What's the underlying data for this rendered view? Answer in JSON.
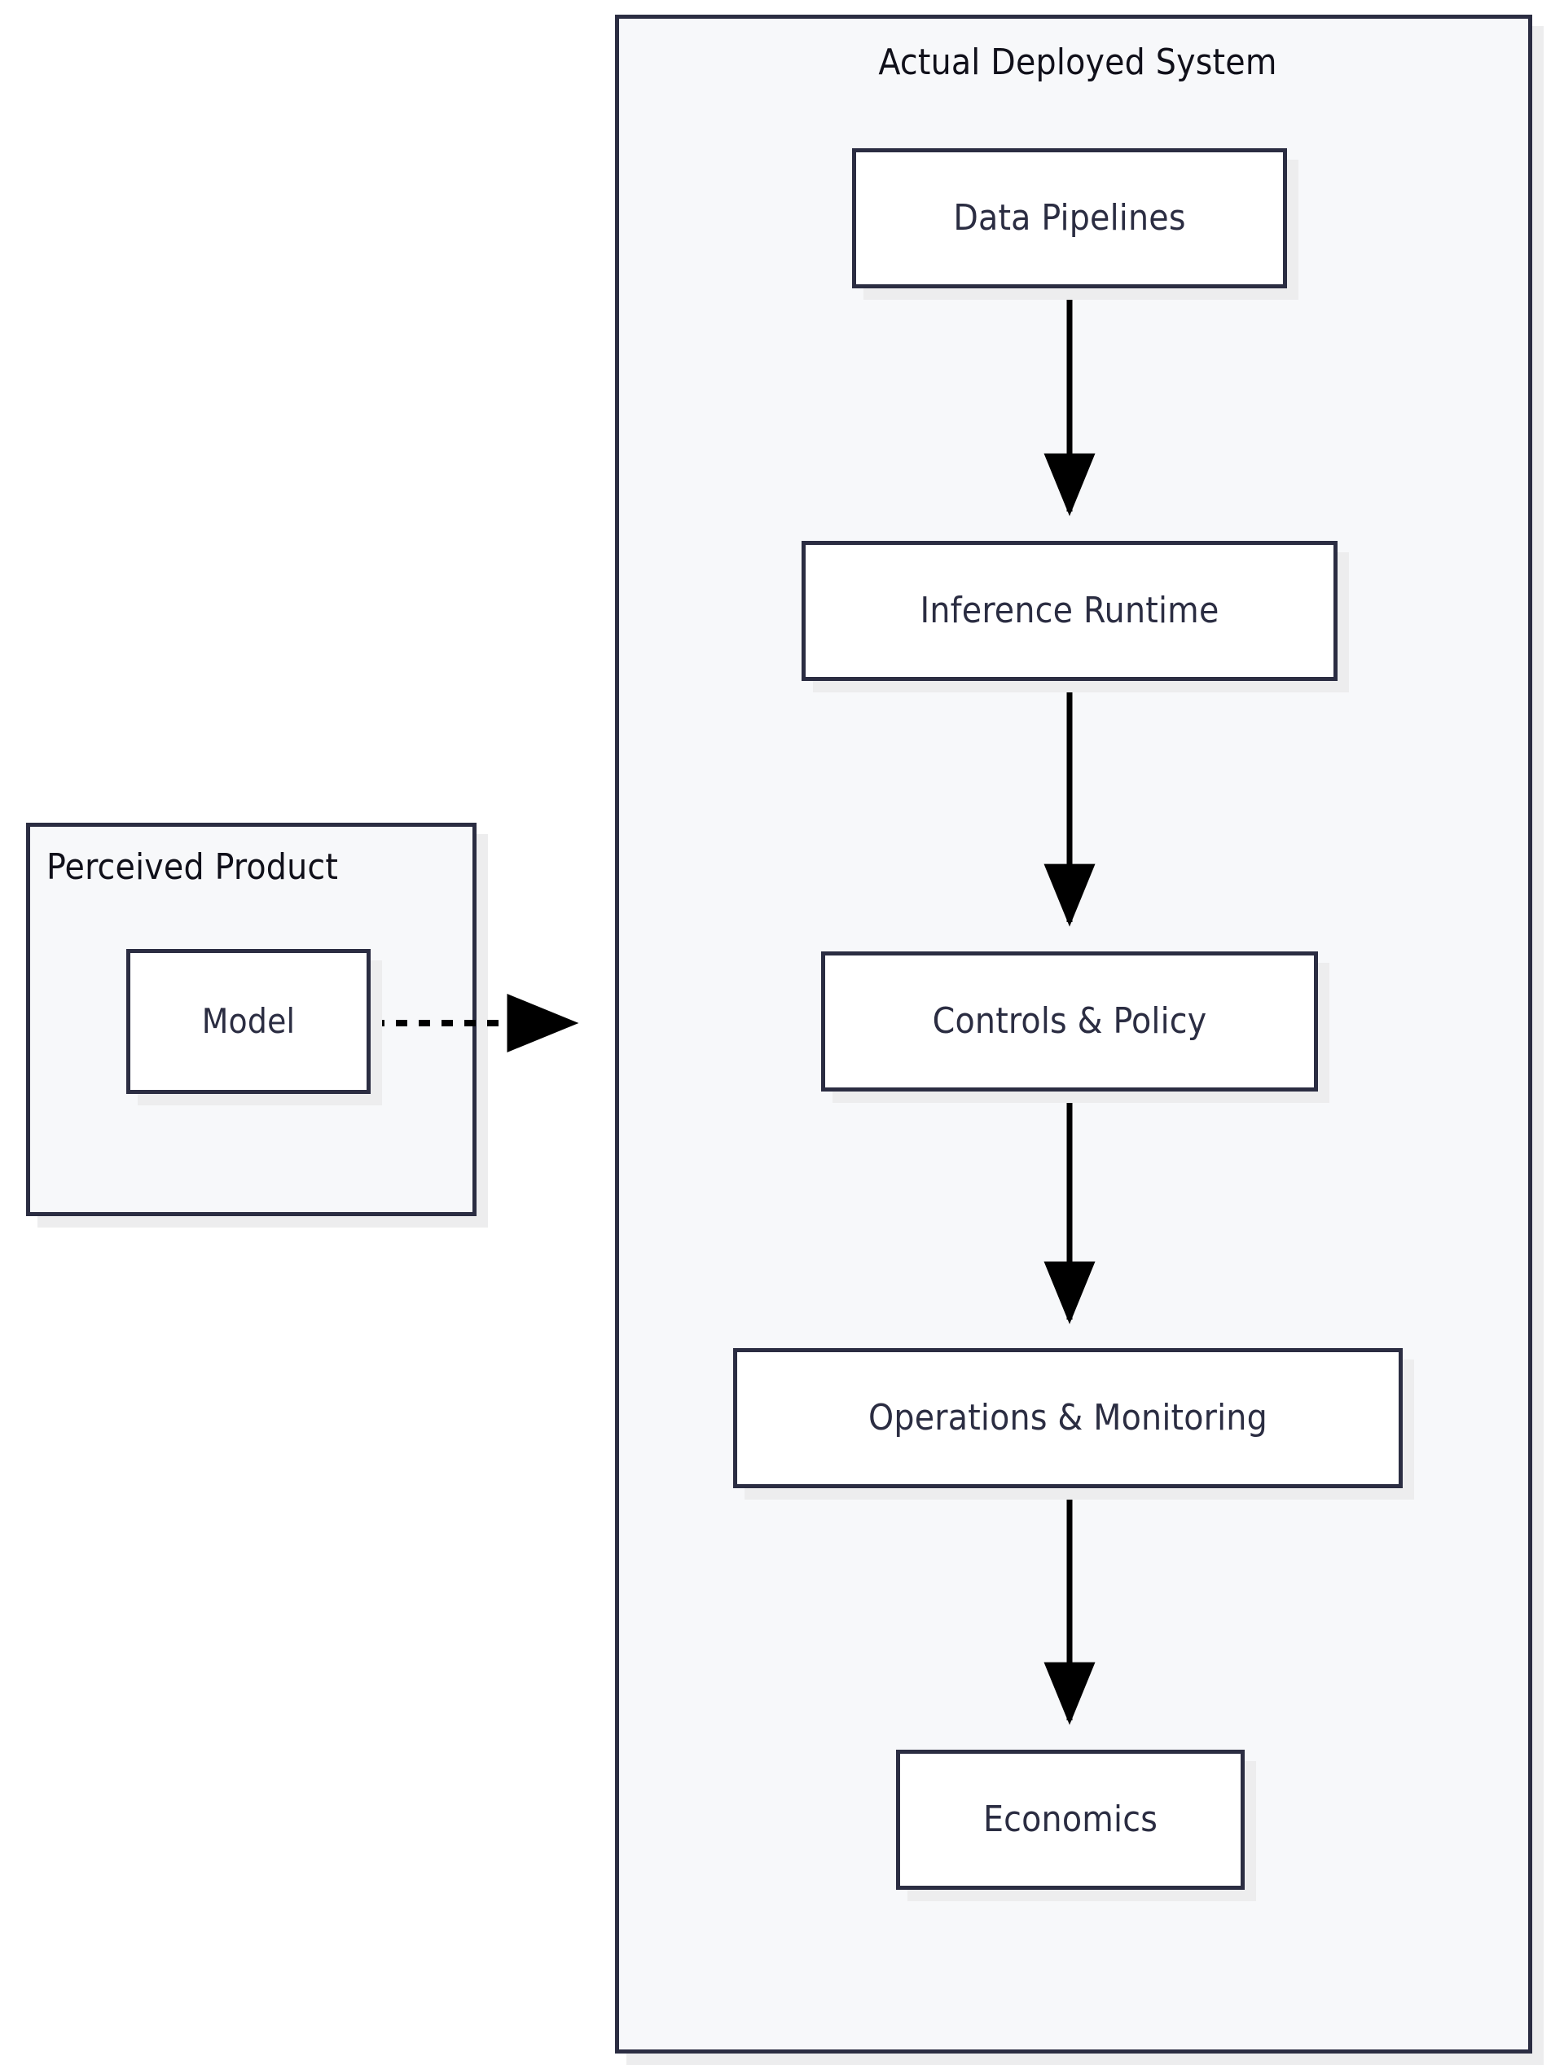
{
  "diagram": {
    "type": "flowchart",
    "orientation": "top-to-bottom",
    "background_color": "#ffffff",
    "node_border_color": "#2b2d42",
    "node_fill_color": "#ffffff",
    "cluster_fill_color": "#f7f8fa",
    "shadow_color": "#ededee",
    "edge_color": "#000000"
  },
  "clusters": {
    "perceived": {
      "title": "Perceived Product",
      "title_color": "#10101a"
    },
    "deployed": {
      "title": "Actual Deployed System",
      "title_color": "#10101a"
    }
  },
  "nodes": {
    "model": {
      "label": "Model"
    },
    "data_pipelines": {
      "label": "Data Pipelines"
    },
    "inference_runtime": {
      "label": "Inference Runtime"
    },
    "controls_policy": {
      "label": "Controls & Policy"
    },
    "operations_monitoring": {
      "label": "Operations & Monitoring"
    },
    "economics": {
      "label": "Economics"
    }
  },
  "edges": [
    {
      "from": "model",
      "to": "controls_policy",
      "style": "dotted",
      "label": "",
      "arrow": "triangle"
    },
    {
      "from": "data_pipelines",
      "to": "inference_runtime",
      "style": "solid",
      "label": "",
      "arrow": "triangle"
    },
    {
      "from": "inference_runtime",
      "to": "controls_policy",
      "style": "solid",
      "label": "",
      "arrow": "triangle"
    },
    {
      "from": "controls_policy",
      "to": "operations_monitoring",
      "style": "solid",
      "label": "",
      "arrow": "triangle"
    },
    {
      "from": "operations_monitoring",
      "to": "economics",
      "style": "solid",
      "label": "",
      "arrow": "triangle"
    }
  ]
}
